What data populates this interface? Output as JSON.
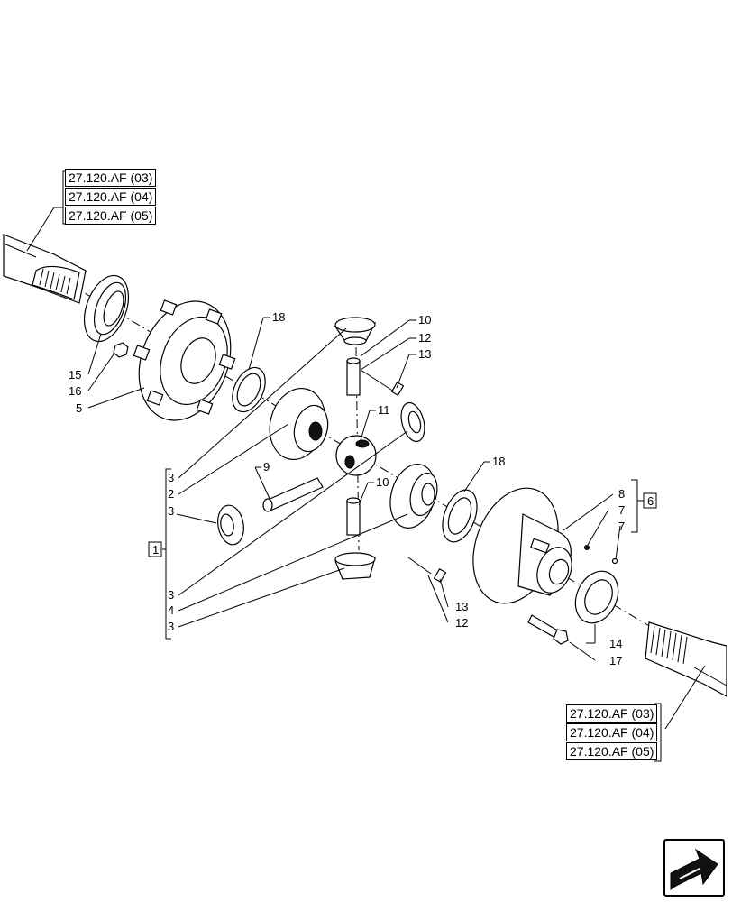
{
  "refs_top": [
    "27.120.AF (03)",
    "27.120.AF (04)",
    "27.120.AF (05)"
  ],
  "refs_bottom": [
    "27.120.AF (03)",
    "27.120.AF (04)",
    "27.120.AF (05)"
  ],
  "callouts": {
    "c15": "15",
    "c16": "16",
    "c5": "5",
    "c18a": "18",
    "c10a": "10",
    "c12a": "12",
    "c13a": "13",
    "c11": "11",
    "c9": "9",
    "c10b": "10",
    "c18b": "18",
    "c8": "8",
    "c7a": "7",
    "c7b": "7",
    "c13b": "13",
    "c12b": "12",
    "c14": "14",
    "c17": "17",
    "g3a": "3",
    "g2": "2",
    "g3b": "3",
    "g3c": "3",
    "g4": "4",
    "g3d": "3"
  },
  "group_labels": {
    "assembly": "1",
    "kit": "6"
  },
  "nav": {
    "icon": "next-page-arrow-icon"
  }
}
